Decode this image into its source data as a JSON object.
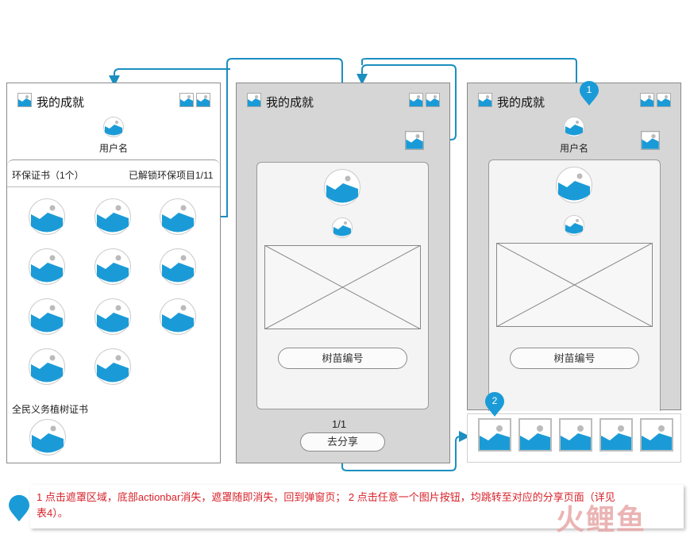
{
  "screens": {
    "left": {
      "title": "我的成就",
      "username": "用户名",
      "cert_label": "环保证书（1个）",
      "unlock_label": "已解锁环保项目1/11",
      "section2_label": "全民义务植树证书"
    },
    "middle": {
      "title": "我的成就",
      "tree_number_button": "树苗编号",
      "pager": "1/1",
      "share_button": "去分享"
    },
    "right": {
      "title": "我的成就",
      "username": "用户名",
      "tree_number_button": "树苗编号"
    }
  },
  "markers": {
    "marker1": "1",
    "marker2": "2"
  },
  "note": {
    "line1": "1 点击遮罩区域，底部actionbar消失，遮罩随即消失，回到弹窗页； 2 点击任意一个图片按钮，均跳转至对应的分享页面（详见",
    "line2": "表4）。"
  },
  "watermark": "火鲤鱼",
  "colors": {
    "accent": "#1a9bd7",
    "connector": "#1b8fc0",
    "mask_gray": "#d6d6d6",
    "note_red": "#d8222a",
    "watermark_red": "#e8a7a7"
  },
  "icons": [
    "image-icon",
    "image-circle-icon",
    "pin-marker-icon"
  ]
}
